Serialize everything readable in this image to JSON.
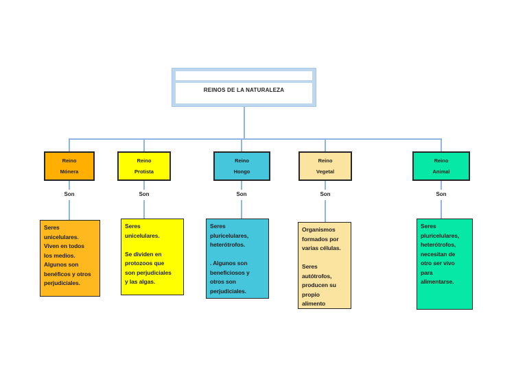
{
  "title": {
    "text": "REINOS DE LA NATURALEZA"
  },
  "colors": {
    "connector": "#8FB3E2",
    "title_frame_fill": "#BDD7EE",
    "title_inner_fill": "#FFFFFF",
    "box_border": "#262626",
    "text": "#1F1F1F"
  },
  "kingdoms": [
    {
      "line1": "Reino",
      "line2": "Mónera",
      "son": "Son",
      "fill": "#FFAF00",
      "desc_fill": "#FFB81E",
      "description": "Seres\nunicelulares.\nViven en todos\nlos medios.\nAlgunos son\nbenéficos y otros\nperjudiciales."
    },
    {
      "line1": "Reino",
      "line2": "Protista",
      "son": "Son",
      "fill": "#FFFF00",
      "desc_fill": "#FFFF00",
      "description": "Seres\nunicelulares.\n\nSe dividen en\nprotozoos que\nson perjudiciales\ny las algas."
    },
    {
      "line1": "Reino",
      "line2": "Hongo",
      "son": "Son",
      "fill": "#45C6DC",
      "desc_fill": "#45C6DC",
      "description": "Seres\npluricelulares,\nheterótrofos.\n\n. Algunos son\nbeneficiosos y\notros son\nperjudiciales."
    },
    {
      "line1": "Reino",
      "line2": "Vegetal",
      "son": "Son",
      "fill": "#FBE3A0",
      "desc_fill": "#FBE3A0",
      "description": "Organismos\nformados por\nvarias células.\n\nSeres\nautótrofos,\nproducen su\npropio\nalimento"
    },
    {
      "line1": "Reino",
      "line2": "Animal",
      "son": "Son",
      "fill": "#06E9A6",
      "desc_fill": "#06E9A6",
      "description": "Seres\npluricelulares,\nheterótrofos,\nnecesitan de\notro ser vivo\npara\nalimentarse."
    }
  ]
}
